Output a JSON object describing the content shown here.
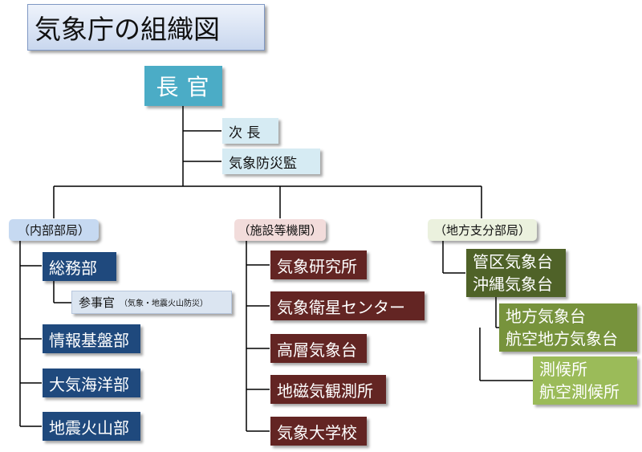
{
  "title": "気象庁の組織図",
  "chief": "長官",
  "deputies": [
    "次 長",
    "気象防災監"
  ],
  "categories": {
    "internal": "（内部部局）",
    "facilities": "（施設等機関）",
    "regional": "（地方支分部局）"
  },
  "internal_depts": {
    "general_affairs": "総務部",
    "councillor": "参事官",
    "councillor_note": "（気象・地震火山防災）",
    "information": "情報基盤部",
    "atmosphere_ocean": "大気海洋部",
    "seismology_volcanology": "地震火山部"
  },
  "facilities": [
    "気象研究所",
    "気象衛星センター",
    "高層気象台",
    "地磁気観測所",
    "気象大学校"
  ],
  "regional": {
    "district": [
      "管区気象台",
      "沖縄気象台"
    ],
    "local": [
      "地方気象台",
      "航空地方気象台"
    ],
    "stations": [
      "測候所",
      "航空測候所"
    ]
  },
  "colors": {
    "chief": "#4bacc6",
    "deputy": "#d6ebf3",
    "internal_box": "#1f497d",
    "facility_box": "#632523",
    "regional_dark": "#4f6228",
    "regional_mid": "#77933c",
    "regional_light": "#9bbb59",
    "cat_internal": "#c6d9f1",
    "cat_facility": "#f2dcdb",
    "cat_regional": "#ebf1de"
  }
}
